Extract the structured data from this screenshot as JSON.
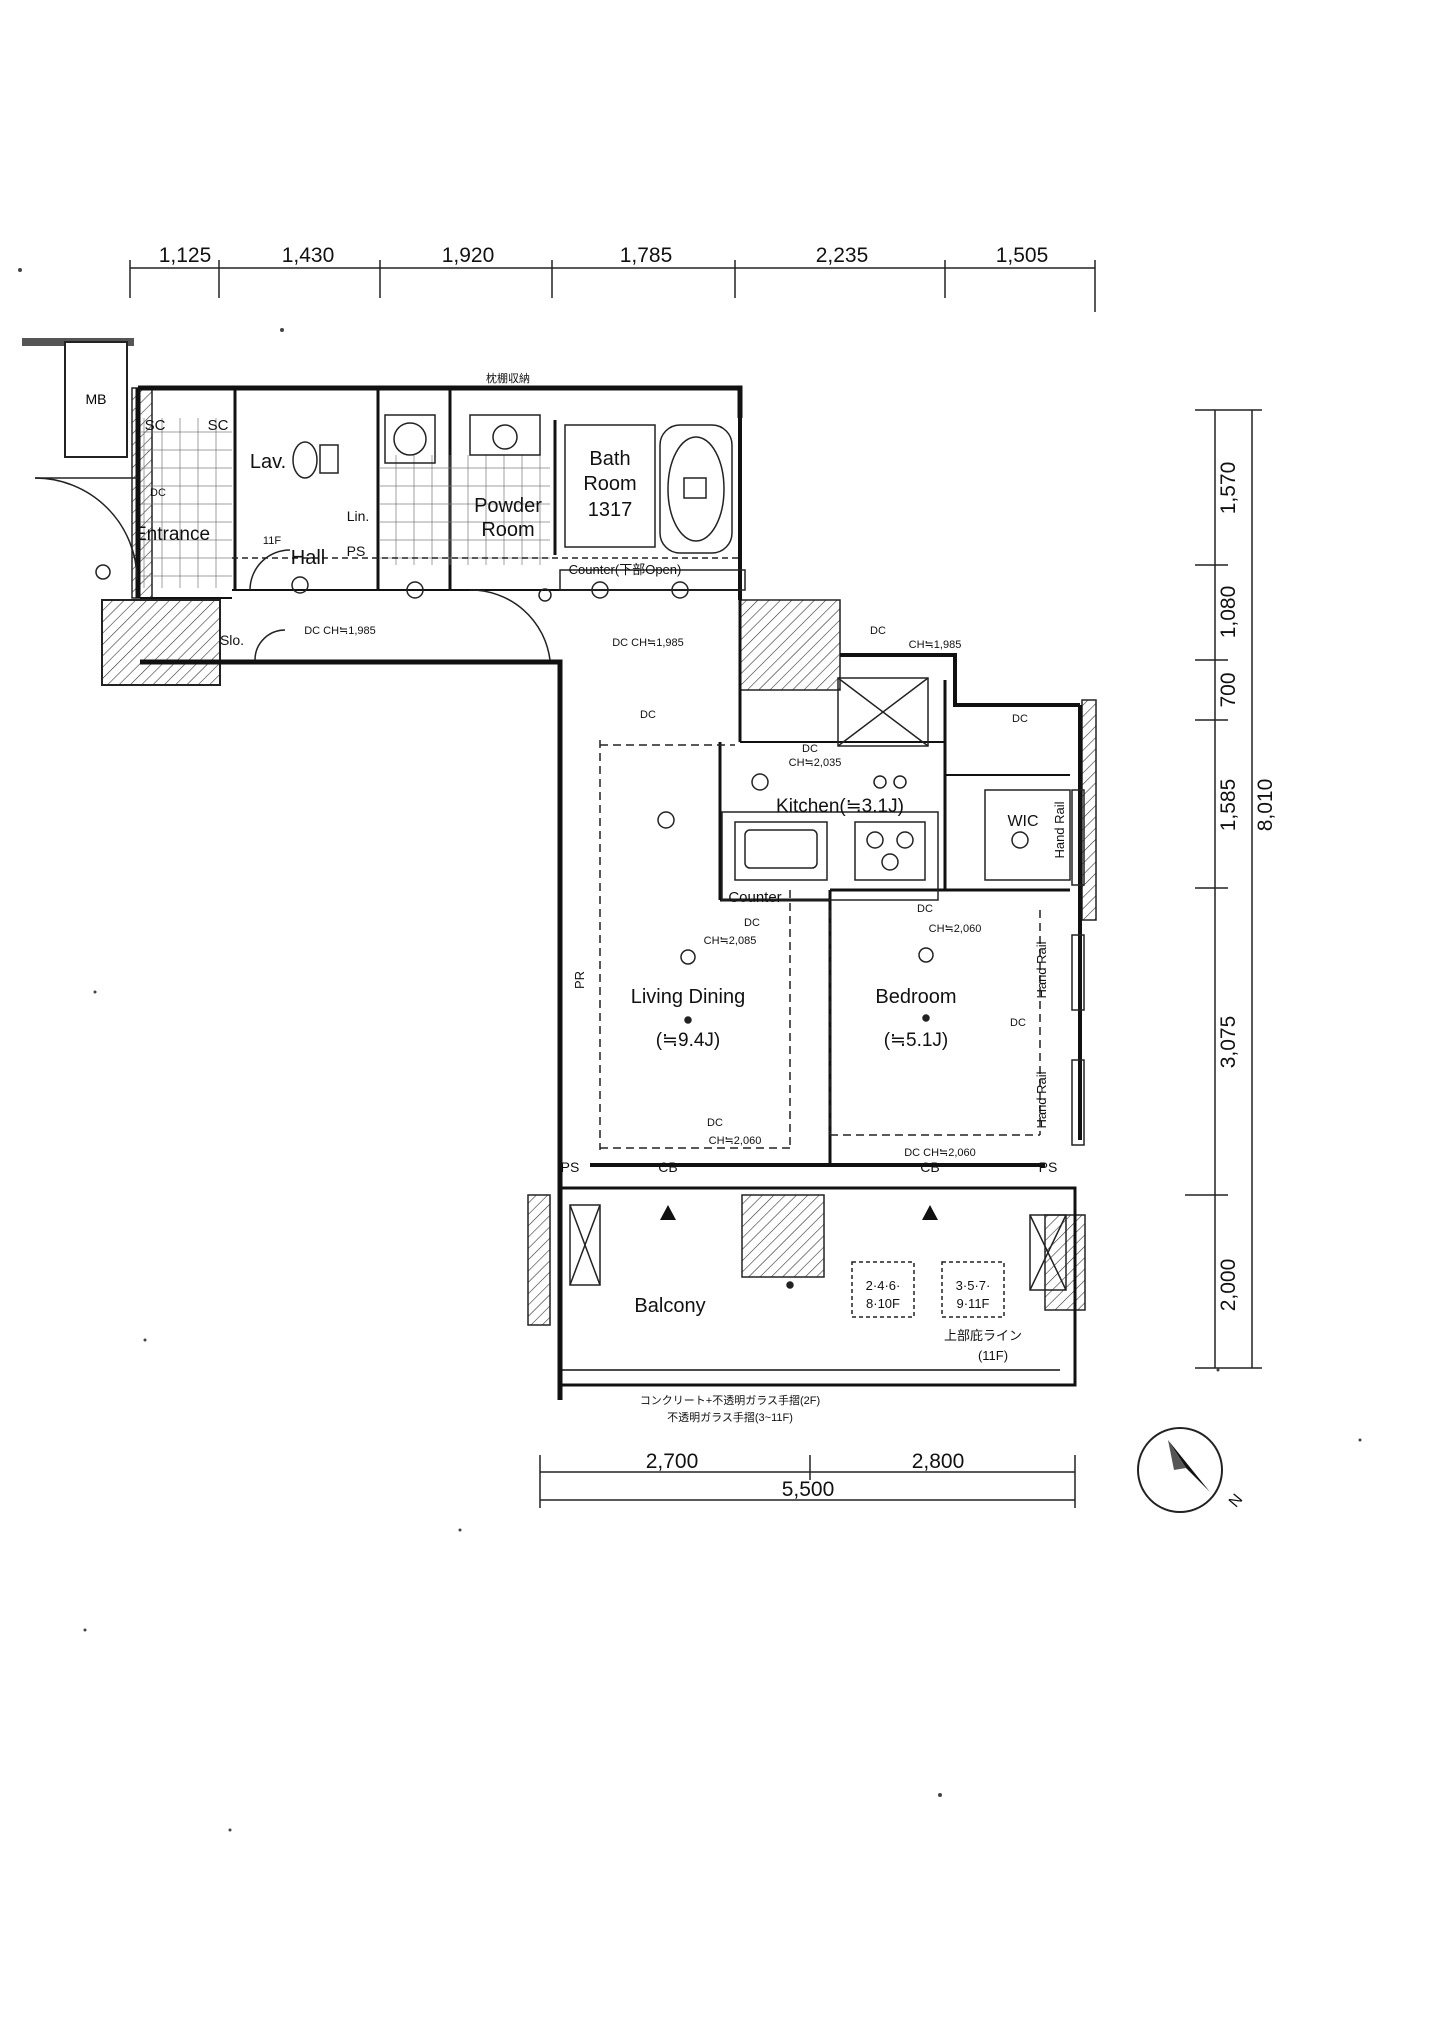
{
  "top_dimensions": [
    "1,125",
    "1,430",
    "1,920",
    "1,785",
    "2,235",
    "1,505"
  ],
  "right_dimensions": [
    "1,570",
    "1,080",
    "700",
    "1,585",
    "3,075",
    "2,000"
  ],
  "right_total": "8,010",
  "bottom_dimensions": [
    "2,700",
    "2,800"
  ],
  "bottom_total": "5,500",
  "rooms": {
    "mb": "MB",
    "sc_left": "SC",
    "sc_right": "SC",
    "lav": "Lav.",
    "entrance": "Entrance",
    "hall": "Hall",
    "lin": "Lin.",
    "ps_hall": "PS",
    "powder_room_1": "Powder",
    "powder_room_2": "Room",
    "bath_room_1": "Bath",
    "bath_room_2": "Room",
    "bath_size": "1317",
    "counter_top": "Counter(下部Open)",
    "slo": "Slo.",
    "kitchen": "Kitchen(≒3.1J)",
    "counter_mid": "Counter",
    "wic": "WIC",
    "living_dining": "Living Dining",
    "living_size": "(≒9.4J)",
    "bedroom": "Bedroom",
    "bedroom_size": "(≒5.1J)",
    "balcony": "Balcony",
    "ps_left": "PS",
    "ps_right": "PS",
    "cb_left": "CB",
    "cb_right": "CB",
    "pr": "PR",
    "hand_rail_1": "Hand Rail",
    "hand_rail_2": "Hand Rail",
    "hand_rail_3": "Hand Rail"
  },
  "ceiling": {
    "hall": "DC  CH≒1,985",
    "corridor": "DC  CH≒1,985",
    "kitchen_top_dc": "DC",
    "kitchen_top_ch": "CH≒1,985",
    "kitchen_dc": "DC",
    "kitchen_ch": "CH≒2,035",
    "living_dc": "DC",
    "living_ch": "CH≒2,085",
    "bedroom_dc": "DC",
    "bedroom_ch": "CH≒2,060",
    "living_bottom_dc": "DC",
    "living_bottom_ch": "CH≒2,060",
    "bedroom_bottom": "DC  CH≒2,060",
    "entrance_dc": "DC",
    "corridor_dc": "DC",
    "wic_dc": "DC",
    "bed_side_dc": "DC"
  },
  "floor_notes": {
    "note_11f": "11F",
    "balcony_a_1": "2·4·6·",
    "balcony_a_2": "8·10F",
    "balcony_b_1": "3·5·7·",
    "balcony_b_2": "9·11F",
    "upper_line_1": "上部庇ライン",
    "upper_line_2": "(11F)",
    "railing_1": "コンクリート+不透明ガラス手摺(2F)",
    "railing_2": "不透明ガラス手摺(3~11F)",
    "storage_top": "枕棚収納"
  },
  "compass_label": "N"
}
